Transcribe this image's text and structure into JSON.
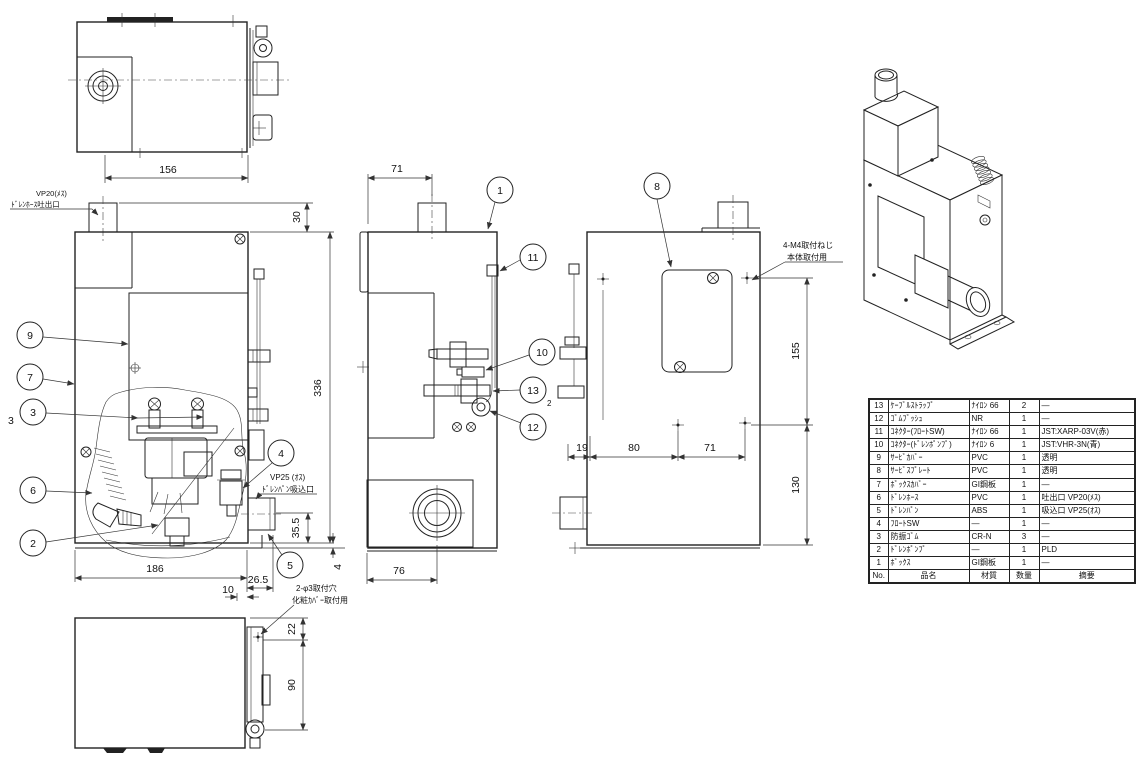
{
  "colors": {
    "line": "#222222",
    "background": "#ffffff"
  },
  "balloons": {
    "b1": "1",
    "b2": "2",
    "b3": "3",
    "b4": "4",
    "b5": "5",
    "b6": "6",
    "b7": "7",
    "b8": "8",
    "b9": "9",
    "b10": "10",
    "b11": "11",
    "b12": "12",
    "b13": "13",
    "b13_sub": "2",
    "stray_3": "3"
  },
  "dims": {
    "top_156": "156",
    "front_30": "30",
    "front_336": "336",
    "front_186": "186",
    "front_26_5": "26.5",
    "front_10": "10",
    "front_35_5": "35.5",
    "front_4": "4",
    "bottom_22": "22",
    "bottom_90": "90",
    "side_71": "71",
    "side_76": "76",
    "rear_155": "155",
    "rear_130": "130",
    "rear_19": "19",
    "rear_80": "80",
    "rear_71": "71"
  },
  "labels": {
    "vp20_size": "VP20(ﾒｽ)",
    "vp20_name": "ﾄﾞﾚﾝﾎｰｽ吐出口",
    "vp25_size": "VP25 (ｵｽ)",
    "vp25_name": "ﾄﾞﾚﾝﾊﾟﾝ吸込口",
    "m4_screw": "4-M4取付ねじ",
    "m4_use": "本体取付用",
    "phi3_hole": "2-φ3取付穴",
    "phi3_use": "化粧ｶﾊﾞｰ取付用"
  },
  "table": {
    "headers": {
      "no": "No.",
      "name": "品名",
      "material": "材質",
      "qty": "数量",
      "remarks": "摘要"
    },
    "rows": [
      {
        "no": "13",
        "name": "ｹｰﾌﾞﾙｽﾄﾗｯﾌﾟ",
        "material": "ﾅｲﾛﾝ 66",
        "qty": "2",
        "remarks": "—"
      },
      {
        "no": "12",
        "name": "ｺﾞﾑﾌﾞｯｼｭ",
        "material": "NR",
        "qty": "1",
        "remarks": "—"
      },
      {
        "no": "11",
        "name": "ｺﾈｸﾀｰ(ﾌﾛｰﾄSW)",
        "material": "ﾅｲﾛﾝ 66",
        "qty": "1",
        "remarks": "JST:XARP-03V(赤)"
      },
      {
        "no": "10",
        "name": "ｺﾈｸﾀｰ(ﾄﾞﾚﾝﾎﾟﾝﾌﾟ)",
        "material": "ﾅｲﾛﾝ 6",
        "qty": "1",
        "remarks": "JST:VHR-3N(青)"
      },
      {
        "no": "9",
        "name": "ｻｰﾋﾞｶﾊﾞｰ",
        "material": "PVC",
        "qty": "1",
        "remarks": "透明"
      },
      {
        "no": "8",
        "name": "ｻｰﾋﾞｽﾌﾟﾚｰﾄ",
        "material": "PVC",
        "qty": "1",
        "remarks": "透明"
      },
      {
        "no": "7",
        "name": "ﾎﾞｯｸｽｶﾊﾞｰ",
        "material": "GI鋼板",
        "qty": "1",
        "remarks": "—"
      },
      {
        "no": "6",
        "name": "ﾄﾞﾚﾝﾎｰｽ",
        "material": "PVC",
        "qty": "1",
        "remarks": "吐出口 VP20(ﾒｽ)"
      },
      {
        "no": "5",
        "name": "ﾄﾞﾚﾝﾊﾟﾝ",
        "material": "ABS",
        "qty": "1",
        "remarks": "吸込口 VP25(ｵｽ)"
      },
      {
        "no": "4",
        "name": "ﾌﾛｰﾄSW",
        "material": "—",
        "qty": "1",
        "remarks": "—"
      },
      {
        "no": "3",
        "name": "防振ｺﾞﾑ",
        "material": "CR-N",
        "qty": "3",
        "remarks": "—"
      },
      {
        "no": "2",
        "name": "ﾄﾞﾚﾝﾎﾟﾝﾌﾟ",
        "material": "—",
        "qty": "1",
        "remarks": "PLD"
      },
      {
        "no": "1",
        "name": "ﾎﾞｯｸｽ",
        "material": "GI鋼板",
        "qty": "1",
        "remarks": "—"
      }
    ]
  }
}
